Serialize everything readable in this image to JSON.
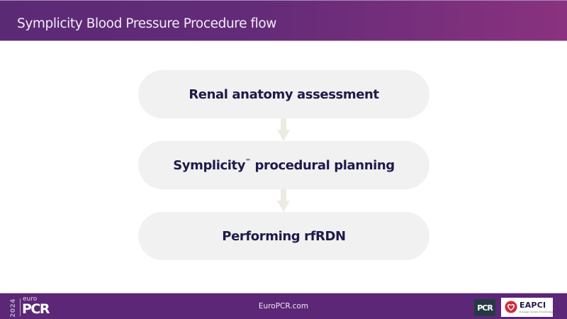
{
  "header": {
    "title": "Symplicity Blood Pressure Procedure flow"
  },
  "flow": {
    "steps": [
      {
        "label": "Renal anatomy assessment"
      },
      {
        "label_main": "Symplicity",
        "label_tm": "™",
        "label_rest": " procedural planning"
      },
      {
        "label": "Performing rfRDN"
      }
    ],
    "arrow_color": "#ecebe1",
    "box_color": "#f1f1f1",
    "text_color": "#1e1a4a"
  },
  "footer": {
    "url": "EuroPCR.com",
    "logo": {
      "year": "2024",
      "euro": "euro",
      "pcr": "PCR"
    },
    "pcr_badge": "PCR",
    "eapci_badge": {
      "name": "EAPCI",
      "subtitle": "European Society of Cardiology"
    }
  },
  "colors": {
    "header_start": "#5b2a75",
    "header_end": "#8a327f",
    "footer": "#5b2776"
  }
}
